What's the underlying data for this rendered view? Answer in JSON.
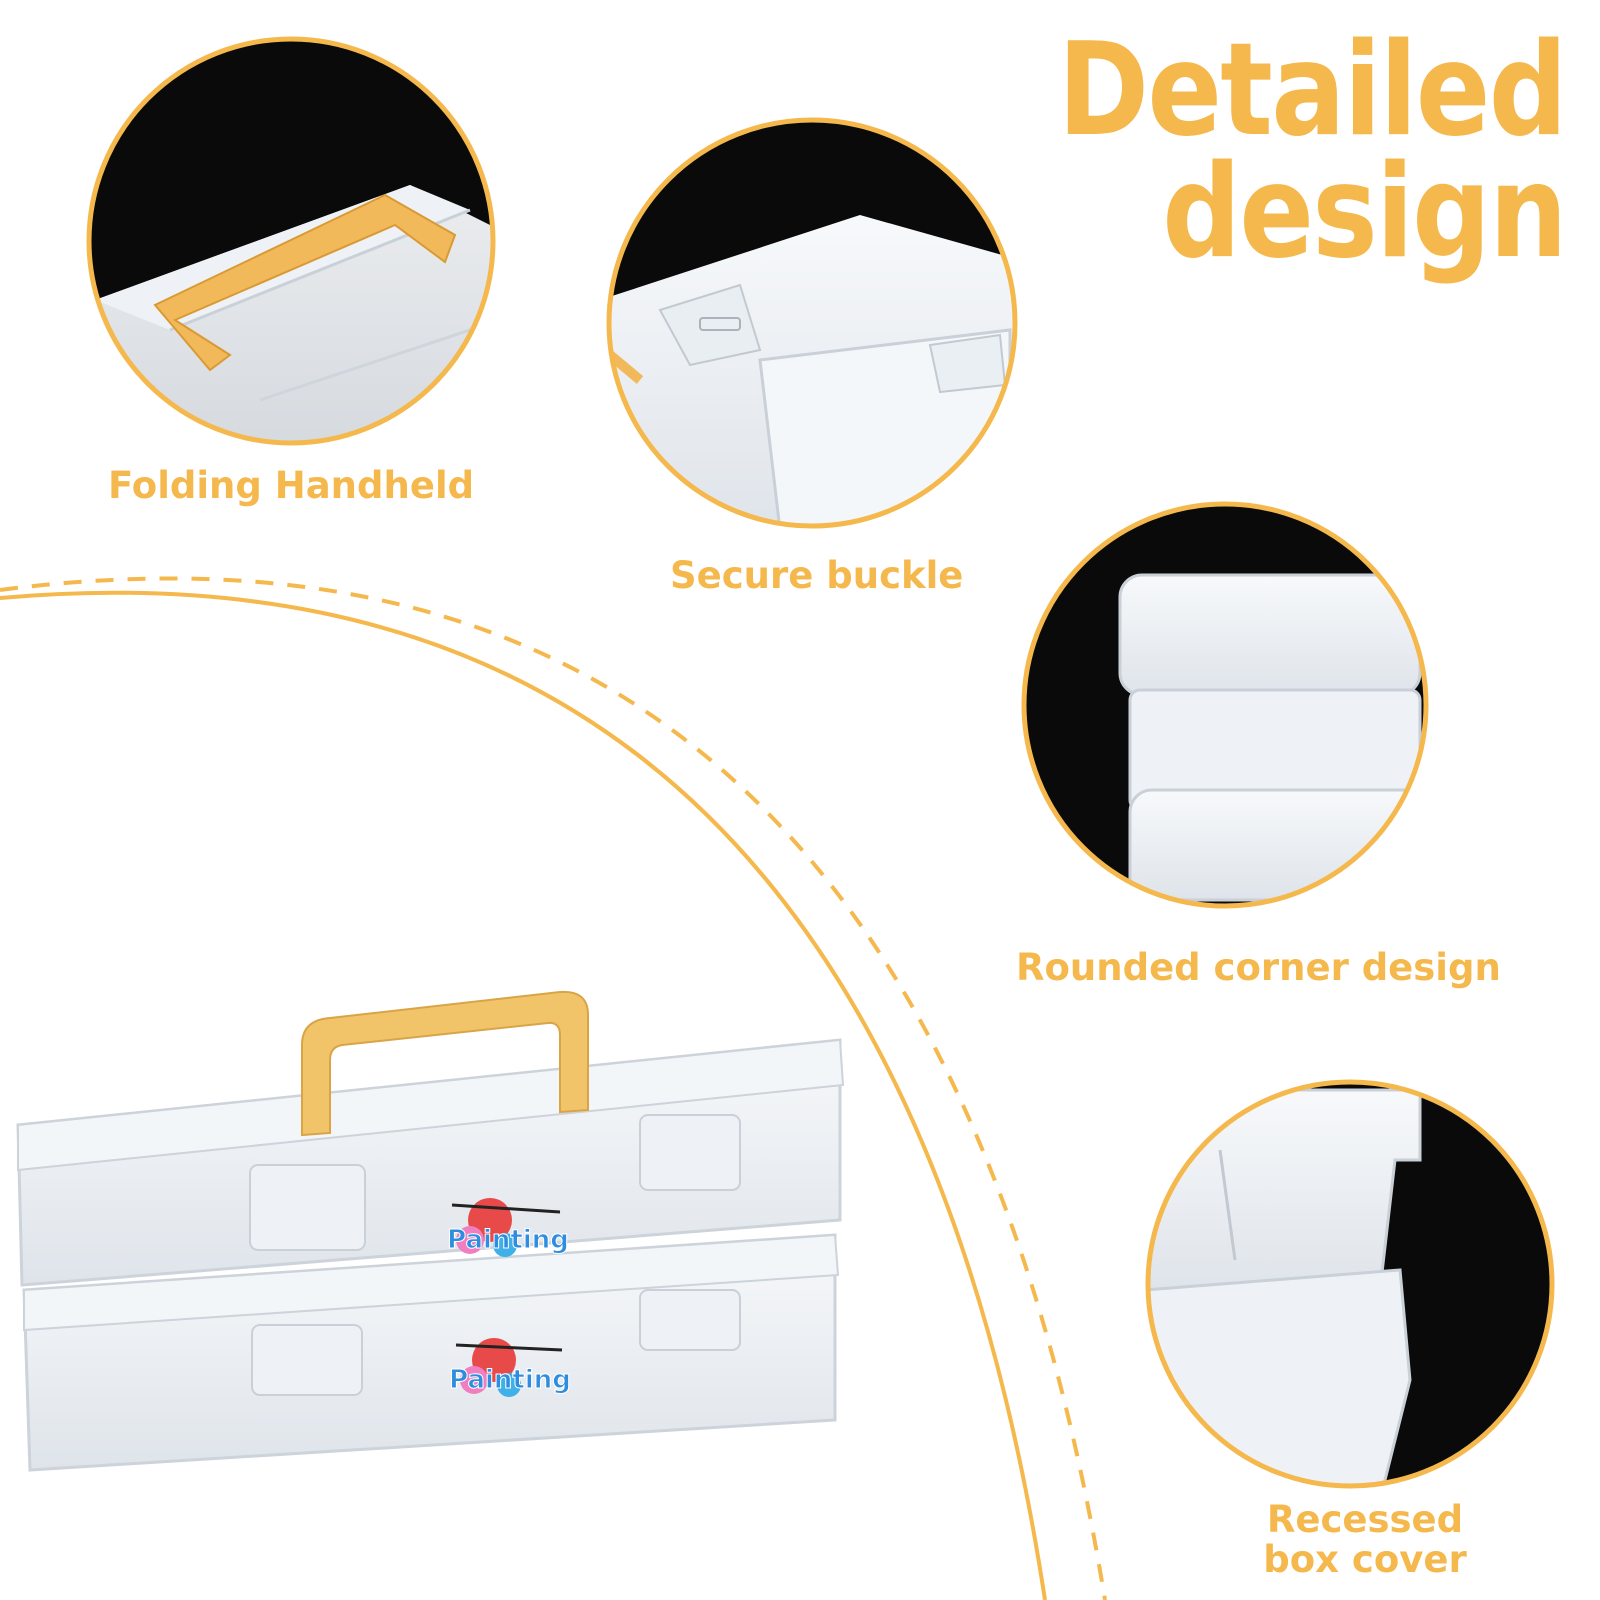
{
  "headline": {
    "line1": "Detailed",
    "line2": "design"
  },
  "features": [
    {
      "label": "Folding Handheld",
      "icon": "handle-closeup-photo"
    },
    {
      "label": "Secure buckle",
      "icon": "buckle-closeup-photo"
    },
    {
      "label": "Rounded corner design",
      "icon": "rounded-corner-closeup-photo"
    },
    {
      "label": "Recessed box cover",
      "icon": "recessed-cover-closeup-photo"
    }
  ],
  "product": {
    "logo_text": "Painting"
  },
  "colors": {
    "accent": "#f5b84c",
    "dark_background": "#0a0a0a",
    "handle": "#f2c46a"
  }
}
